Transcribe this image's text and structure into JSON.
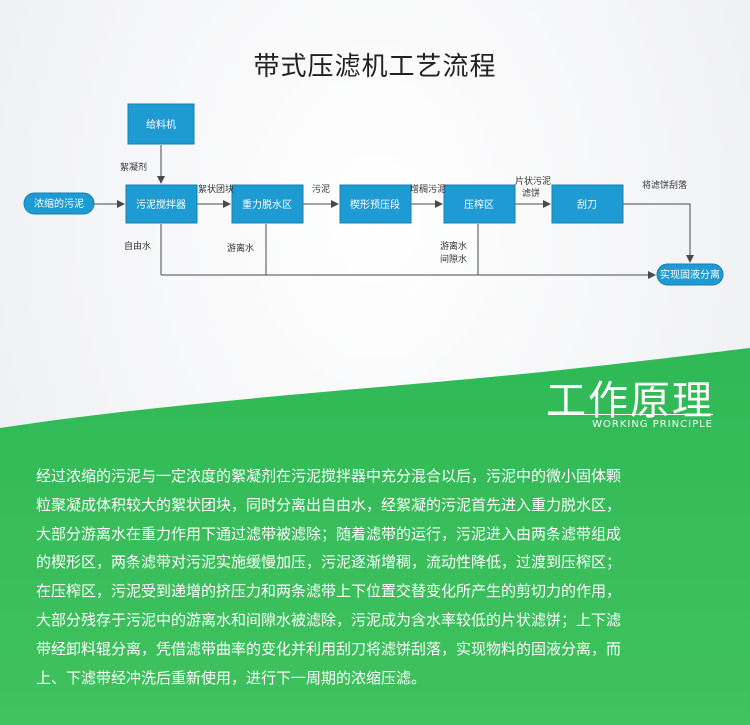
{
  "title": "带式压滤机工艺流程",
  "nodes": {
    "feeder": "给料机",
    "thickened_sludge": "浓缩的污泥",
    "mixer": "污泥搅拌器",
    "gravity": "重力脱水区",
    "wedge": "楔形预压段",
    "press": "压榨区",
    "scraper": "刮刀",
    "separation": "实现固液分离"
  },
  "edge_labels": {
    "flocculant": "絮凝剂",
    "floc_clumps": "絮状团块",
    "sludge": "污泥",
    "thickened": "增稠污泥",
    "flake_line1": "片状污泥",
    "flake_line2": "滤饼",
    "scrape_cake": "将滤饼刮落",
    "free_water": "自由水",
    "free_water2": "游离水",
    "drain_line1": "游离水",
    "drain_line2": "间隙水"
  },
  "principle": {
    "title": "工作原理",
    "subtitle": "WORKING PRINCIPLE",
    "lines": [
      "经过浓缩的污泥与一定浓度的絮凝剂在污泥搅拌器中充分混合以后，污泥中的微小固体颗",
      "粒聚凝成体积较大的絮状团块，同时分离出自由水，经絮凝的污泥首先进入重力脱水区，",
      "大部分游离水在重力作用下通过滤带被滤除；随着滤带的运行，污泥进入由两条滤带组成",
      "的楔形区，两条滤带对污泥实施缓慢加压，污泥逐渐增稠，流动性降低，过渡到压榨区；",
      "在压榨区，污泥受到递增的挤压力和两条滤带上下位置交替变化所产生的剪切力的作用，",
      "大部分残存于污泥中的游离水和间隙水被滤除，污泥成为含水率较低的片状滤饼；上下滤",
      "带经卸料辊分离，凭借滤带曲率的变化并利用刮刀将滤饼刮落，实现物料的固液分离，而",
      "上、下滤带经冲洗后重新使用，进行下一周期的浓缩压滤。"
    ]
  },
  "colors": {
    "node_fill": "#1e9bd2",
    "panel_green": "#3cc15c",
    "text_dark": "#222222"
  }
}
